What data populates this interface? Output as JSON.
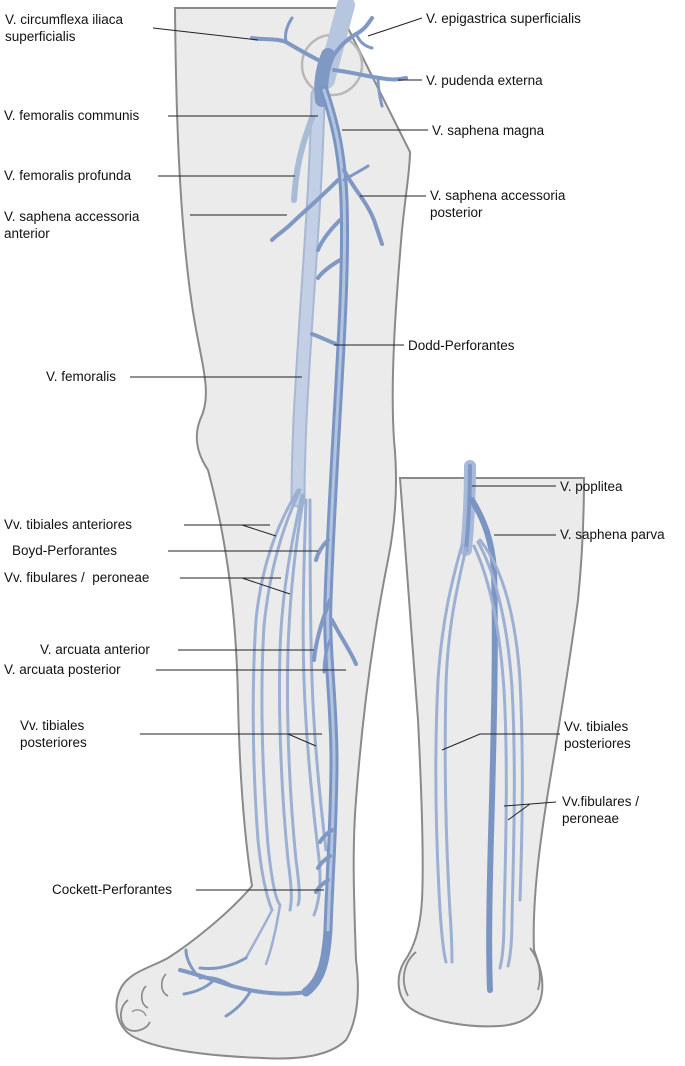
{
  "colors": {
    "skin": "#ebebeb",
    "skin_outline": "#8a8a8a",
    "vein_deep": "#aabbd6",
    "vein_superficial": "#7f98c4",
    "vein_outline": "#6c82aa",
    "leader": "#222222"
  },
  "labels": {
    "circumflexa": "V. circumflexa iliaca\nsuperficialis",
    "epigastrica": "V. epigastrica superficialis",
    "pudenda": "V. pudenda externa",
    "femoralis_communis": "V. femoralis communis",
    "saphena_magna": "V. saphena magna",
    "femoralis_profunda": "V. femoralis profunda",
    "saphena_acc_post": "V. saphena accessoria\nposterior",
    "saphena_acc_ant": "V. saphena accessoria\nanterior",
    "dodd": "Dodd-Perforantes",
    "femoralis": "V. femoralis",
    "tibiales_ant": "Vv. tibiales anteriores",
    "boyd": "Boyd-Perforantes",
    "fibulares_left": "Vv. fibulares /  peroneae",
    "arcuata_ant": "V. arcuata anterior",
    "arcuata_post": "V. arcuata posterior",
    "tibiales_post_left": "Vv. tibiales\nposteriores",
    "cockett": "Cockett-Perforantes",
    "poplitea": "V. poplitea",
    "saphena_parva": "V. saphena parva",
    "tibiales_post_right": "Vv. tibiales\nposteriores",
    "fibulares_right": "Vv.fibulares /\nperoneae"
  }
}
